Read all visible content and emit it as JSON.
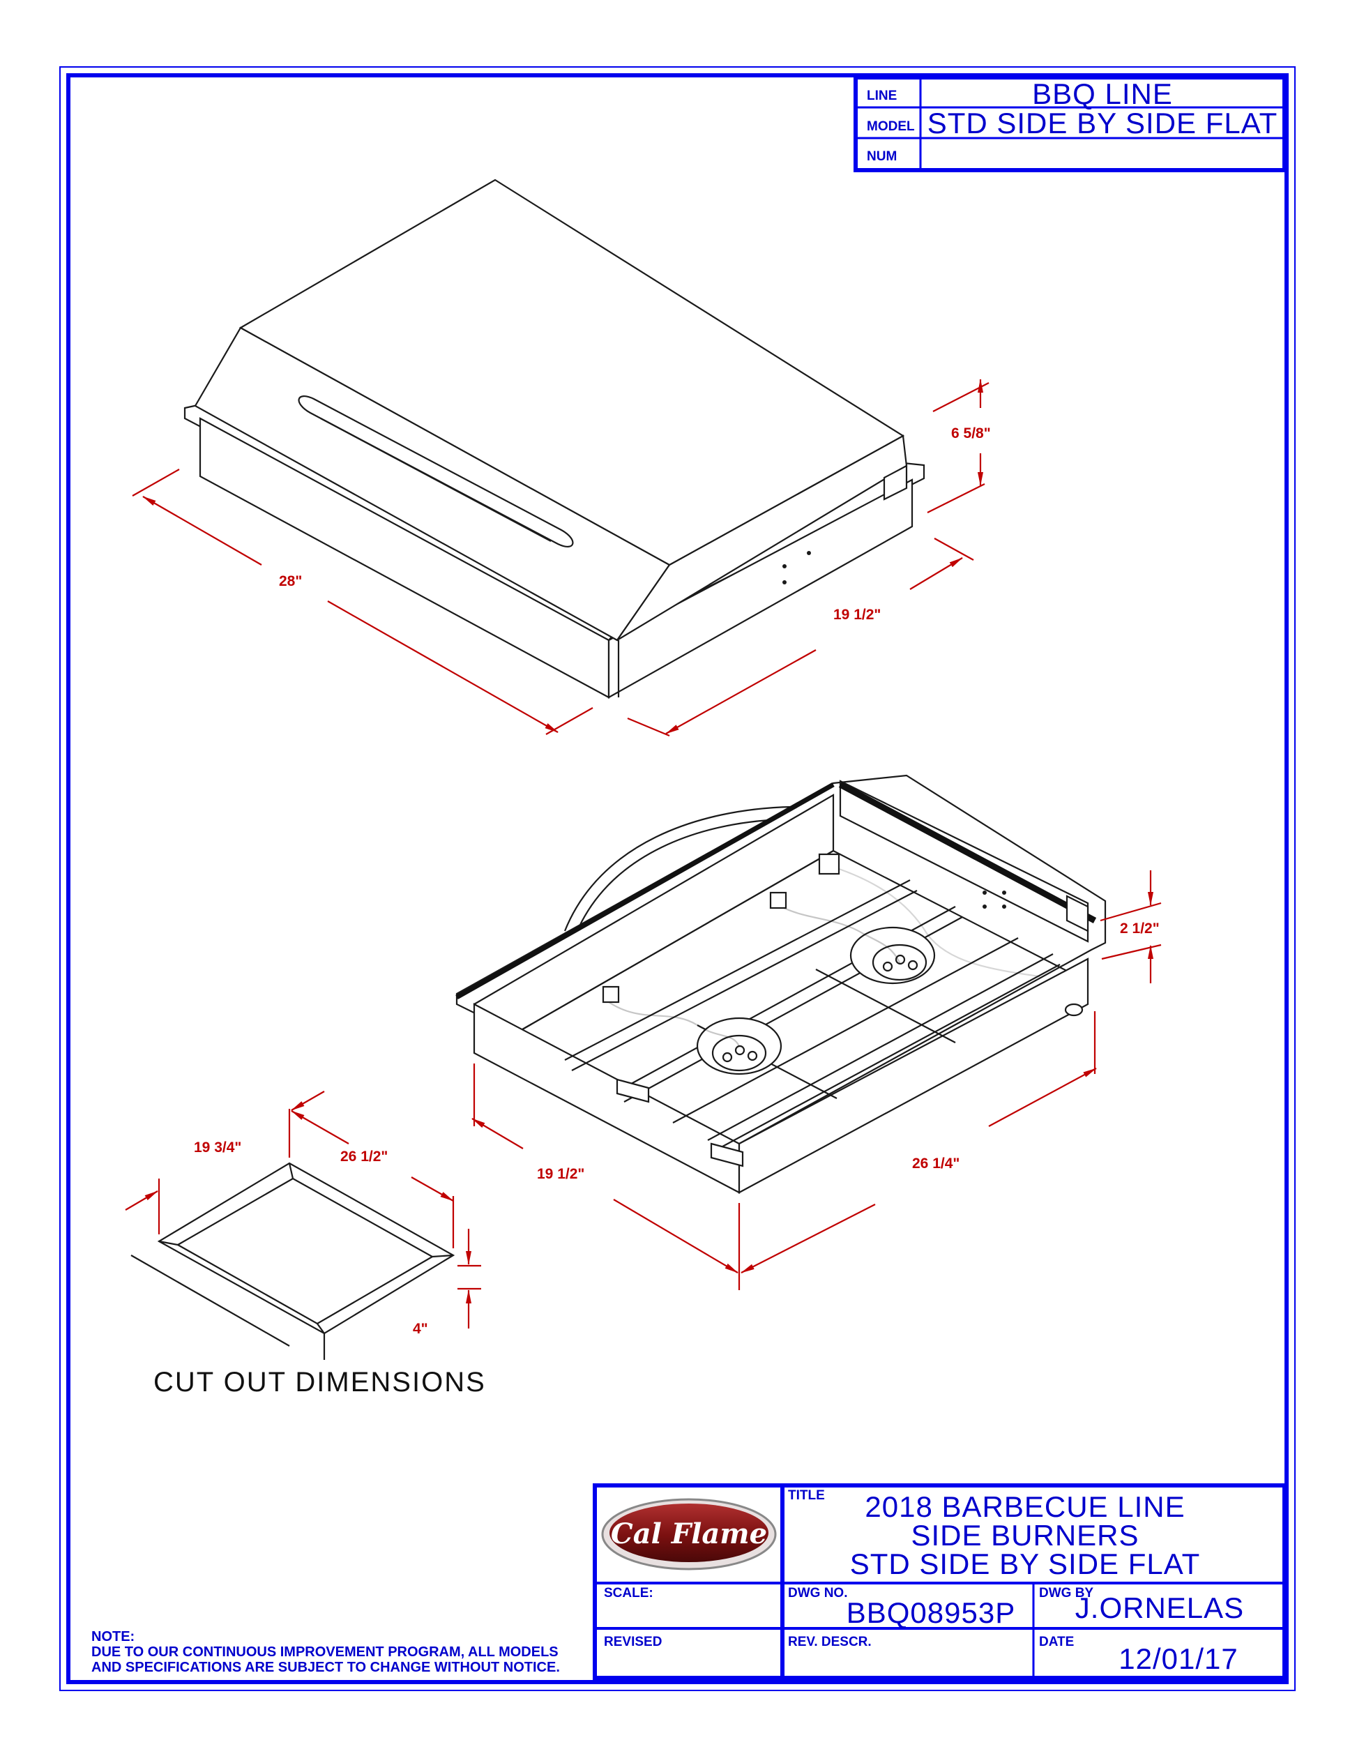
{
  "title_block_top": {
    "line_label": "LINE",
    "line_value": "BBQ LINE",
    "model_label": "MODEL",
    "model_value": "STD SIDE BY SIDE FLAT",
    "num_label": "NUM",
    "num_value": ""
  },
  "title_block_bottom": {
    "logo_text": "Cal Flame",
    "title_label": "TITLE",
    "title_lines": [
      "2018 BARBECUE LINE",
      "SIDE BURNERS",
      "STD SIDE BY SIDE FLAT"
    ],
    "scale_label": "SCALE:",
    "scale_value": "",
    "dwg_no_label": "DWG NO.",
    "dwg_no_value": "BBQ08953P",
    "dwg_by_label": "DWG BY",
    "dwg_by_value": "J.ORNELAS",
    "revised_label": "REVISED",
    "rev_descr_label": "REV. DESCR.",
    "date_label": "DATE",
    "date_value": "12/01/17"
  },
  "note": {
    "heading": "NOTE:",
    "line1": "DUE TO OUR CONTINUOUS IMPROVEMENT PROGRAM, ALL MODELS",
    "line2": "AND SPECIFICATIONS ARE SUBJECT TO CHANGE WITHOUT NOTICE."
  },
  "dimensions": {
    "closed_width": "28\"",
    "closed_depth": "19 1/2\"",
    "closed_height": "6 5/8\"",
    "open_depth": "19 1/2\"",
    "open_width": "26 1/4\"",
    "open_height": "2 1/2\"",
    "cutout_depth": "19 3/4\"",
    "cutout_width": "26 1/2\"",
    "cutout_height": "4\""
  },
  "cutout_caption": "CUT OUT DIMENSIONS",
  "colors": {
    "border": "#0000ee",
    "dimension": "#c00000",
    "linework": "#1a1a1a",
    "logo": "#8b1a1a"
  }
}
